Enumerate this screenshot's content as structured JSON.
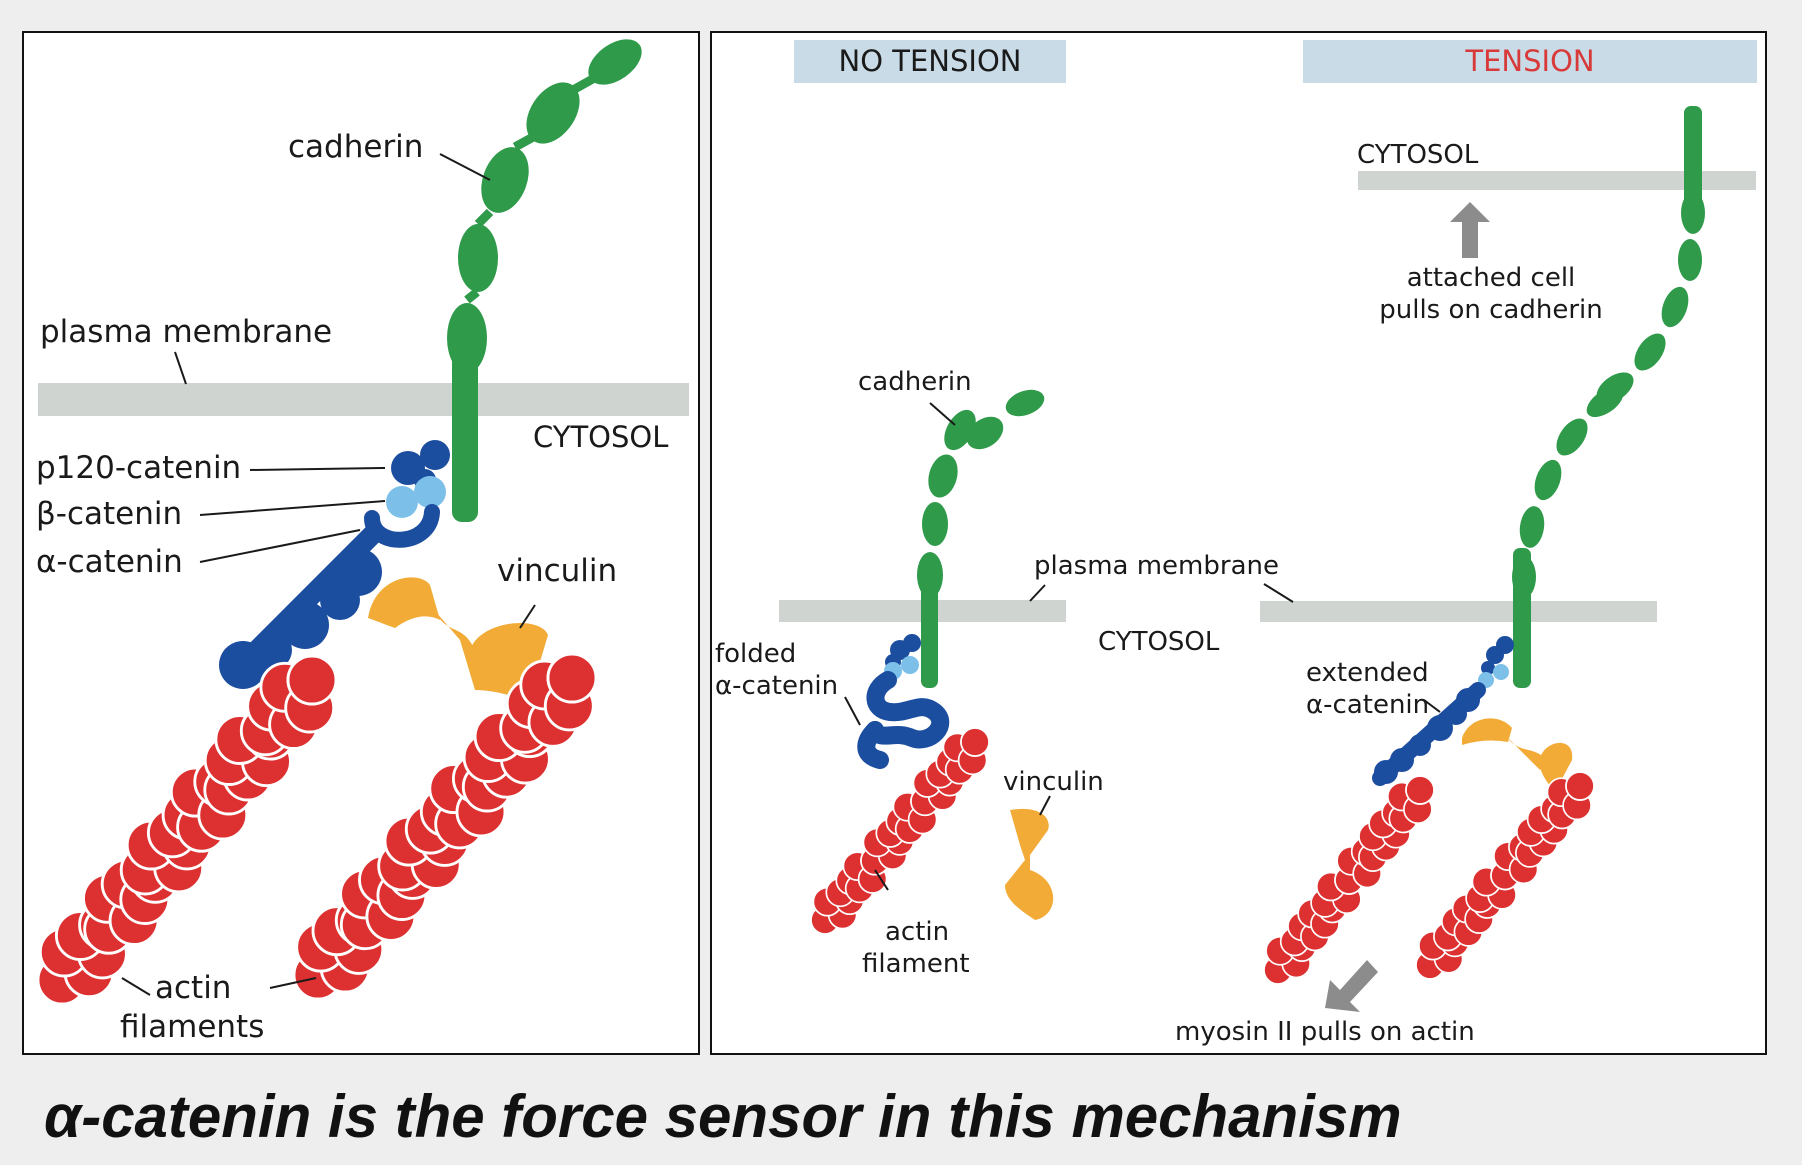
{
  "left_panel": {
    "cadherin": "cadherin",
    "plasma_membrane": "plasma membrane",
    "cytosol": "CYTOSOL",
    "p120_catenin": "p120-catenin",
    "beta_catenin": "β-catenin",
    "alpha_catenin": "α-catenin",
    "vinculin": "vinculin",
    "actin_line1": "actin",
    "actin_line2": "filaments"
  },
  "right_panel": {
    "no_tension_header": "NO TENSION",
    "tension_header": "TENSION",
    "nt_cadherin": "cadherin",
    "nt_plasma_membrane": "plasma membrane",
    "nt_cytosol": "CYTOSOL",
    "nt_folded_line1": "folded",
    "nt_folded_line2": "α-catenin",
    "nt_vinculin": "vinculin",
    "nt_actin_line1": "actin",
    "nt_actin_line2": "filament",
    "t_cytosol": "CYTOSOL",
    "t_attached_line1": "attached cell",
    "t_attached_line2": "pulls on cadherin",
    "t_extended_line1": "extended",
    "t_extended_line2": "α-catenin",
    "t_myosin": "myosin II pulls on actin"
  },
  "caption": "α-catenin is the force sensor in this mechanism",
  "colors": {
    "cadherin": "#2e9a4a",
    "membrane": "#cfd4d0",
    "p120": "#1c4ea0",
    "beta": "#7cc0ea",
    "alpha": "#1c4ea0",
    "vinculin": "#f2ab36",
    "actin": "#dd3030",
    "header_bg": "#c8dbe6",
    "tension_text": "#d83a3a",
    "arrow": "#8c8c8c"
  }
}
